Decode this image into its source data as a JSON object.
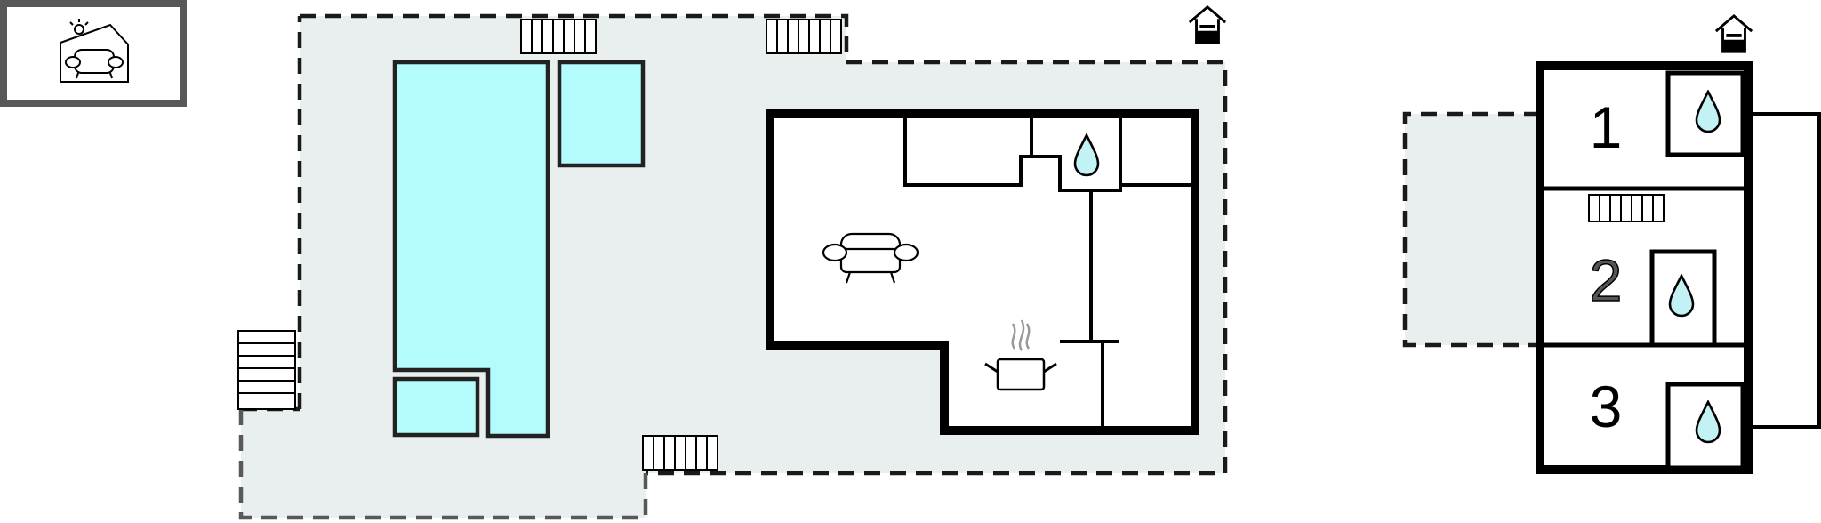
{
  "legend": {
    "icon": "outdoor-lounge-icon"
  },
  "colors": {
    "terrace": "#e8efee",
    "pool": "#b3fbfc",
    "water": "#c2f2f4",
    "wall": "#000000",
    "dash": "#1a1a1a"
  },
  "annex": {
    "rooms": [
      {
        "number": "1",
        "icon": "water-drop-icon"
      },
      {
        "number": "2",
        "icon": "water-drop-icon"
      },
      {
        "number": "3",
        "icon": "water-drop-icon"
      }
    ]
  },
  "icons": [
    "house-entrance-icon",
    "sofa-icon",
    "cooking-pot-icon",
    "water-drop-icon",
    "stairs-icon"
  ]
}
